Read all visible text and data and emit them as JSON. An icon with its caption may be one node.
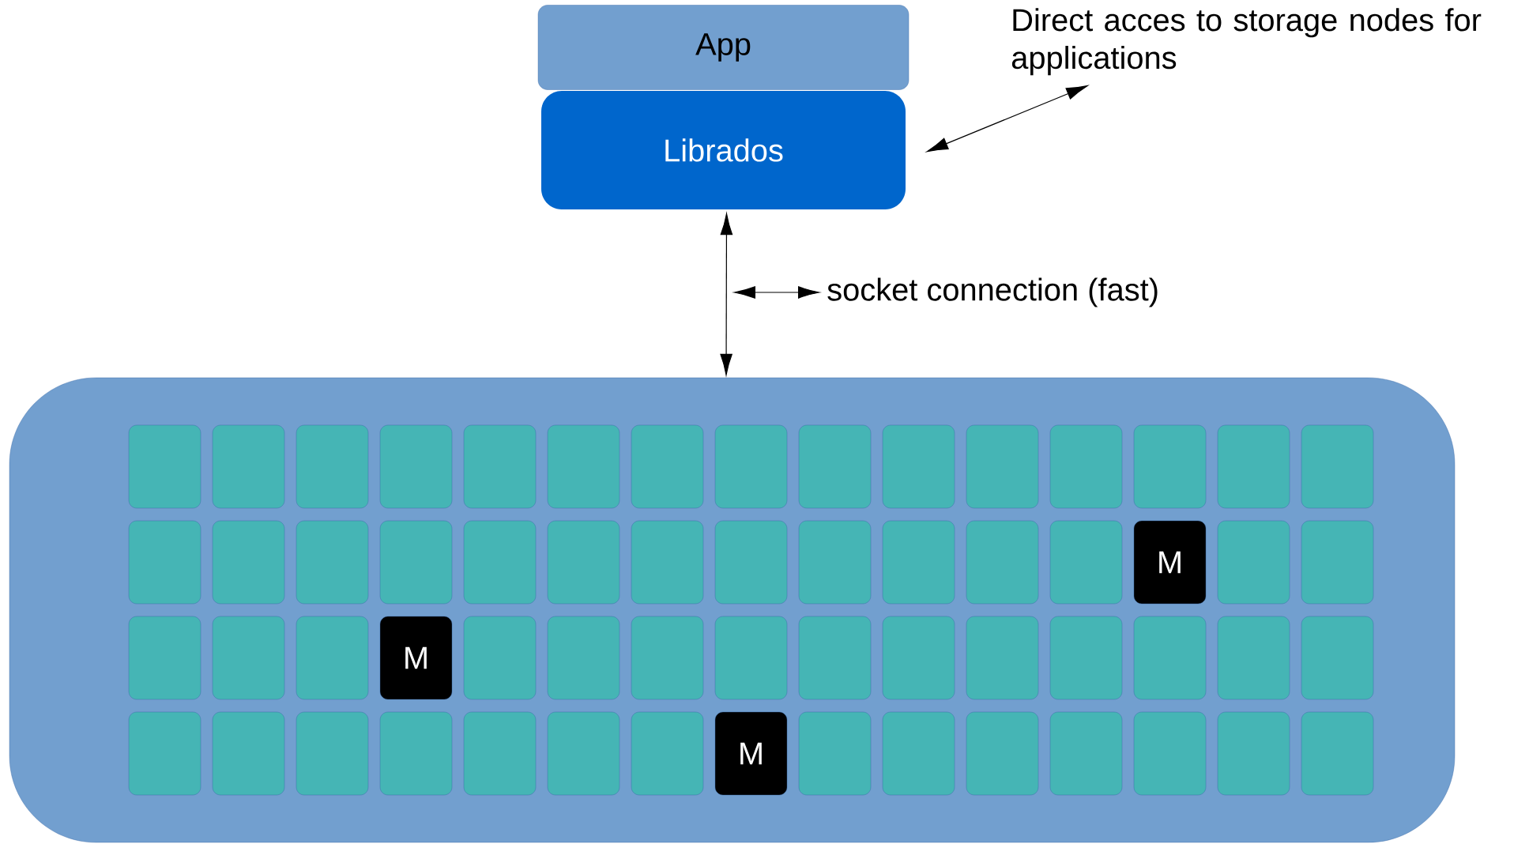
{
  "diagram": {
    "nodes": [
      {
        "text": [
          "App"
        ]
      },
      {
        "text": [
          "Librados"
        ]
      },
      {
        "text": [
          "Direct acces to storage nodes for applications"
        ]
      },
      {
        "text": [
          "socket connection (fast)"
        ]
      },
      {
        "text": [],
        "shape": "box"
      },
      {
        "text": [],
        "shape": "box",
        "in": 4
      },
      {
        "text": [],
        "shape": "box",
        "in": 4
      },
      {
        "text": [],
        "shape": "box",
        "in": 4
      },
      {
        "text": [],
        "shape": "box",
        "in": 4
      },
      {
        "text": [],
        "shape": "box",
        "in": 4
      },
      {
        "text": [],
        "shape": "box",
        "in": 4
      },
      {
        "text": [],
        "shape": "box",
        "in": 4
      },
      {
        "text": [],
        "shape": "box",
        "in": 4
      },
      {
        "text": [],
        "shape": "box",
        "in": 4
      },
      {
        "text": [],
        "shape": "box",
        "in": 4
      },
      {
        "text": [],
        "shape": "box",
        "in": 4
      },
      {
        "text": [],
        "shape": "box",
        "in": 4
      },
      {
        "text": [],
        "shape": "box",
        "in": 4
      },
      {
        "text": [],
        "shape": "box",
        "in": 4
      },
      {
        "text": [],
        "shape": "box",
        "in": 4
      },
      {
        "text": [],
        "shape": "box",
        "in": 4
      },
      {
        "text": [],
        "shape": "box",
        "in": 4
      },
      {
        "text": [],
        "shape": "box",
        "in": 4
      },
      {
        "text": [],
        "shape": "box",
        "in": 4
      },
      {
        "text": [],
        "shape": "box",
        "in": 4
      },
      {
        "text": [],
        "shape": "box",
        "in": 4
      },
      {
        "text": [],
        "shape": "box",
        "in": 4
      },
      {
        "text": [],
        "shape": "box",
        "in": 4
      },
      {
        "text": [],
        "shape": "box",
        "in": 4
      },
      {
        "text": [],
        "shape": "box",
        "in": 4
      },
      {
        "text": [],
        "shape": "box",
        "in": 4
      },
      {
        "text": [],
        "shape": "box",
        "in": 4
      },
      {
        "text": [
          "M"
        ],
        "in": 4
      },
      {
        "text": [],
        "shape": "box",
        "in": 4
      },
      {
        "text": [],
        "shape": "box",
        "in": 4
      },
      {
        "text": [],
        "shape": "box",
        "in": 4
      },
      {
        "text": [],
        "shape": "box",
        "in": 4
      },
      {
        "text": [],
        "shape": "box",
        "in": 4
      },
      {
        "text": [
          "M"
        ],
        "in": 4
      },
      {
        "text": [],
        "shape": "box",
        "in": 4
      },
      {
        "text": [],
        "shape": "box",
        "in": 4
      },
      {
        "text": [],
        "shape": "box",
        "in": 4
      },
      {
        "text": [],
        "shape": "box",
        "in": 4
      },
      {
        "text": [],
        "shape": "box",
        "in": 4
      },
      {
        "text": [],
        "shape": "box",
        "in": 4
      },
      {
        "text": [],
        "shape": "box",
        "in": 4
      },
      {
        "text": [],
        "shape": "box",
        "in": 4
      },
      {
        "text": [],
        "shape": "box",
        "in": 4
      },
      {
        "text": [],
        "shape": "box",
        "in": 4
      },
      {
        "text": [],
        "shape": "box",
        "in": 4
      },
      {
        "text": [],
        "shape": "box",
        "in": 4
      },
      {
        "text": [],
        "shape": "box",
        "in": 4
      },
      {
        "text": [],
        "shape": "box",
        "in": 4
      },
      {
        "text": [],
        "shape": "box",
        "in": 4
      },
      {
        "text": [],
        "shape": "box",
        "in": 4
      },
      {
        "text": [],
        "shape": "box",
        "in": 4
      },
      {
        "text": [],
        "shape": "box",
        "in": 4
      },
      {
        "text": [
          "M"
        ],
        "in": 4
      },
      {
        "text": [],
        "shape": "box",
        "in": 4
      },
      {
        "text": [],
        "shape": "box",
        "in": 4
      },
      {
        "text": [],
        "shape": "box",
        "in": 4
      },
      {
        "text": [],
        "shape": "box",
        "in": 4
      },
      {
        "text": [],
        "shape": "box",
        "in": 4
      },
      {
        "text": [],
        "shape": "box",
        "in": 4
      },
      {
        "text": [],
        "shape": "box",
        "in": 4
      }
    ],
    "edges": [
      {
        "from": 1,
        "to": 4,
        "arrow": "both"
      },
      {
        "from": 2,
        "to": 1,
        "arrow": "both"
      },
      {
        "from": 3,
        "to": null,
        "arrow": "both"
      }
    ]
  }
}
